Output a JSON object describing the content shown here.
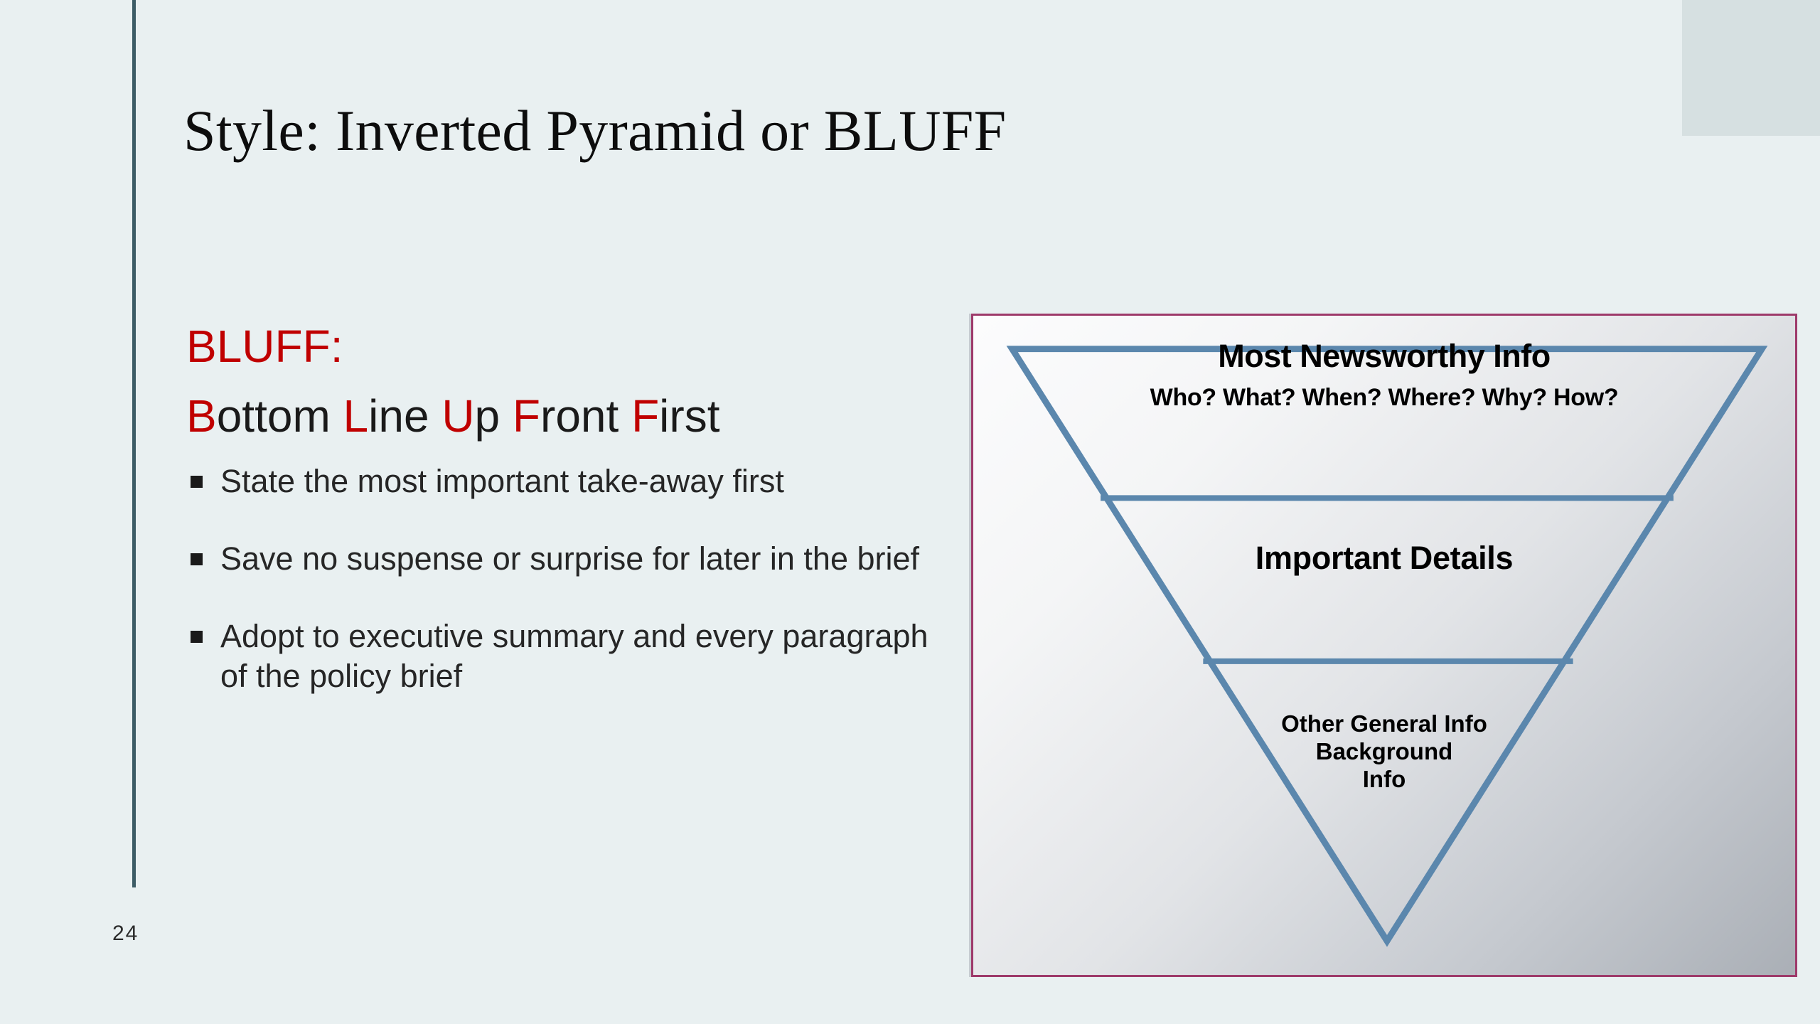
{
  "slide": {
    "title": "Style: Inverted Pyramid or BLUFF",
    "page_number": "24",
    "background_color": "#e9f0f1",
    "accent_rule_color": "#3d5c66",
    "deco_block_color": "#d6e0e1"
  },
  "body": {
    "bluff_heading": "BLUFF:",
    "bluff_expansion": {
      "parts": [
        {
          "letter": "B",
          "rest": "ottom "
        },
        {
          "letter": "L",
          "rest": "ine "
        },
        {
          "letter": "U",
          "rest": "p "
        },
        {
          "letter": "F",
          "rest": "ront "
        },
        {
          "letter": "F",
          "rest": "irst"
        }
      ],
      "full_text": "Bottom Line Up Front First",
      "highlight_color": "#c00000"
    },
    "bullets": [
      "State the most important  take-away first",
      "Save no suspense or surprise for later in the brief",
      "Adopt to executive summary and every paragraph of the policy brief"
    ]
  },
  "diagram": {
    "name": "inverted-pyramid",
    "frame_border_color": "#9e3a6a",
    "outline_color": "#5b87ad",
    "tiers": [
      {
        "id": "tier-1",
        "title": "Most Newsworthy Info",
        "subtitle": "Who? What? When? Where? Why? How?"
      },
      {
        "id": "tier-2",
        "title": "Important Details",
        "subtitle": ""
      },
      {
        "id": "tier-3",
        "title": "Other General Info",
        "line2": "Background",
        "line3": "Info"
      }
    ]
  }
}
